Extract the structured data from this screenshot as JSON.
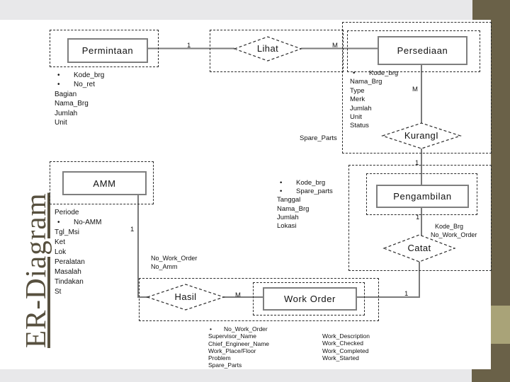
{
  "slide": {
    "title": "ER-Diagram"
  },
  "colors": {
    "page_bg": "#E8E8EA",
    "band_dark": "#6A6148",
    "band_accent": "#A9A378",
    "title_color": "#57503F",
    "connector_gray": "#7A7A7A",
    "diagram_text": "#111111"
  },
  "entities": {
    "permintaan": {
      "name": "Permintaan",
      "attributes": [
        {
          "bullet": "•",
          "text": "Kode_brg"
        },
        {
          "bullet": "•",
          "text": "No_ret"
        },
        {
          "bullet": "",
          "text": "Bagian"
        },
        {
          "bullet": "",
          "text": "Nama_Brg"
        },
        {
          "bullet": "",
          "text": "Jumlah"
        },
        {
          "bullet": "",
          "text": "Unit"
        }
      ]
    },
    "persediaan": {
      "name": "Persediaan",
      "attributes": [
        {
          "bullet": "•",
          "text": "Kode_brg"
        },
        {
          "bullet": "",
          "text": "Nama_Brg"
        },
        {
          "bullet": "",
          "text": "Type"
        },
        {
          "bullet": "",
          "text": "Merk"
        },
        {
          "bullet": "",
          "text": "Jumlah"
        },
        {
          "bullet": "",
          "text": "Unit"
        },
        {
          "bullet": "",
          "text": "Status"
        }
      ]
    },
    "amm": {
      "name": "AMM",
      "attributes": [
        {
          "bullet": "",
          "text": "Periode"
        },
        {
          "bullet": "•",
          "text": "No-AMM"
        },
        {
          "bullet": "",
          "text": "Tgl_Msi"
        },
        {
          "bullet": "",
          "text": "Ket"
        },
        {
          "bullet": "",
          "text": "Lok"
        },
        {
          "bullet": "",
          "text": "Peralatan"
        },
        {
          "bullet": "",
          "text": "Masalah"
        },
        {
          "bullet": "",
          "text": "Tindakan"
        },
        {
          "bullet": "",
          "text": "St"
        }
      ]
    },
    "pengambilan": {
      "name": "Pengambilan",
      "attributes": [
        {
          "bullet": "•",
          "text": "Kode_brg"
        },
        {
          "bullet": "•",
          "text": "Spare_parts"
        },
        {
          "bullet": "",
          "text": "Tanggal"
        },
        {
          "bullet": "",
          "text": "Nama_Brg"
        },
        {
          "bullet": "",
          "text": "Jumlah"
        },
        {
          "bullet": "",
          "text": "Lokasi"
        }
      ]
    },
    "work_order": {
      "name": "Work Order",
      "attributes_left": [
        {
          "bullet": "•",
          "text": "No_Work_Order"
        },
        {
          "bullet": "",
          "text": "Supervisor_Name"
        },
        {
          "bullet": "",
          "text": "Chief_Engineer_Name"
        },
        {
          "bullet": "",
          "text": "Work_Place/Floor"
        },
        {
          "bullet": "",
          "text": "Problem"
        },
        {
          "bullet": "",
          "text": "Spare_Parts"
        }
      ],
      "attributes_right": [
        "Work_Description",
        "Work_Checked",
        "Work_Completed",
        "Work_Started"
      ]
    }
  },
  "relationships": {
    "lihat": {
      "name": "Lihat"
    },
    "kurangi": {
      "name": "KurangI",
      "attribute": "Spare_Parts"
    },
    "catat": {
      "name": "Catat",
      "attributes": [
        "Kode_Brg",
        "No_Work_Order"
      ]
    },
    "hasil": {
      "name": "Hasil",
      "attributes": [
        "No_Work_Order",
        "No_Amm"
      ]
    }
  },
  "cardinalities": {
    "permintaan_lihat": "1",
    "lihat_persediaan": "M",
    "persediaan_kurangi": "M",
    "kurangi_pengambilan": "1",
    "pengambilan_catat": "1",
    "catat_workorder": "1",
    "hasil_workorder": "M",
    "amm_hasil": "1"
  }
}
